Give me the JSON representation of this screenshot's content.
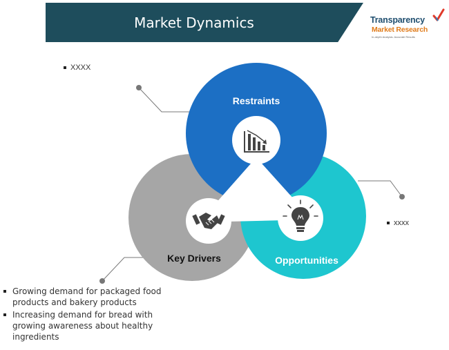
{
  "header": {
    "title": "Market Dynamics"
  },
  "logo": {
    "line1": "Transparency",
    "line2": "Market Research",
    "tagline": "In-depth Analysis. Accurate Results"
  },
  "segments": {
    "restraints": {
      "label": "Restraints",
      "color": "#1c6fc4",
      "icon": "declining-bar-chart-icon"
    },
    "key_drivers": {
      "label": "Key Drivers",
      "color": "#a6a6a6",
      "icon": "handshake-icon"
    },
    "opportunities": {
      "label": "Opportunities",
      "color": "#1ec6cf",
      "icon": "lightbulb-icon"
    }
  },
  "restraints_bullets": [
    "XXXX"
  ],
  "opportunities_bullets": [
    "xxxx"
  ],
  "key_drivers_bullets": [
    "Growing demand for packaged food products and bakery products",
    "Increasing demand for bread with growing awareness about healthy ingredients"
  ]
}
